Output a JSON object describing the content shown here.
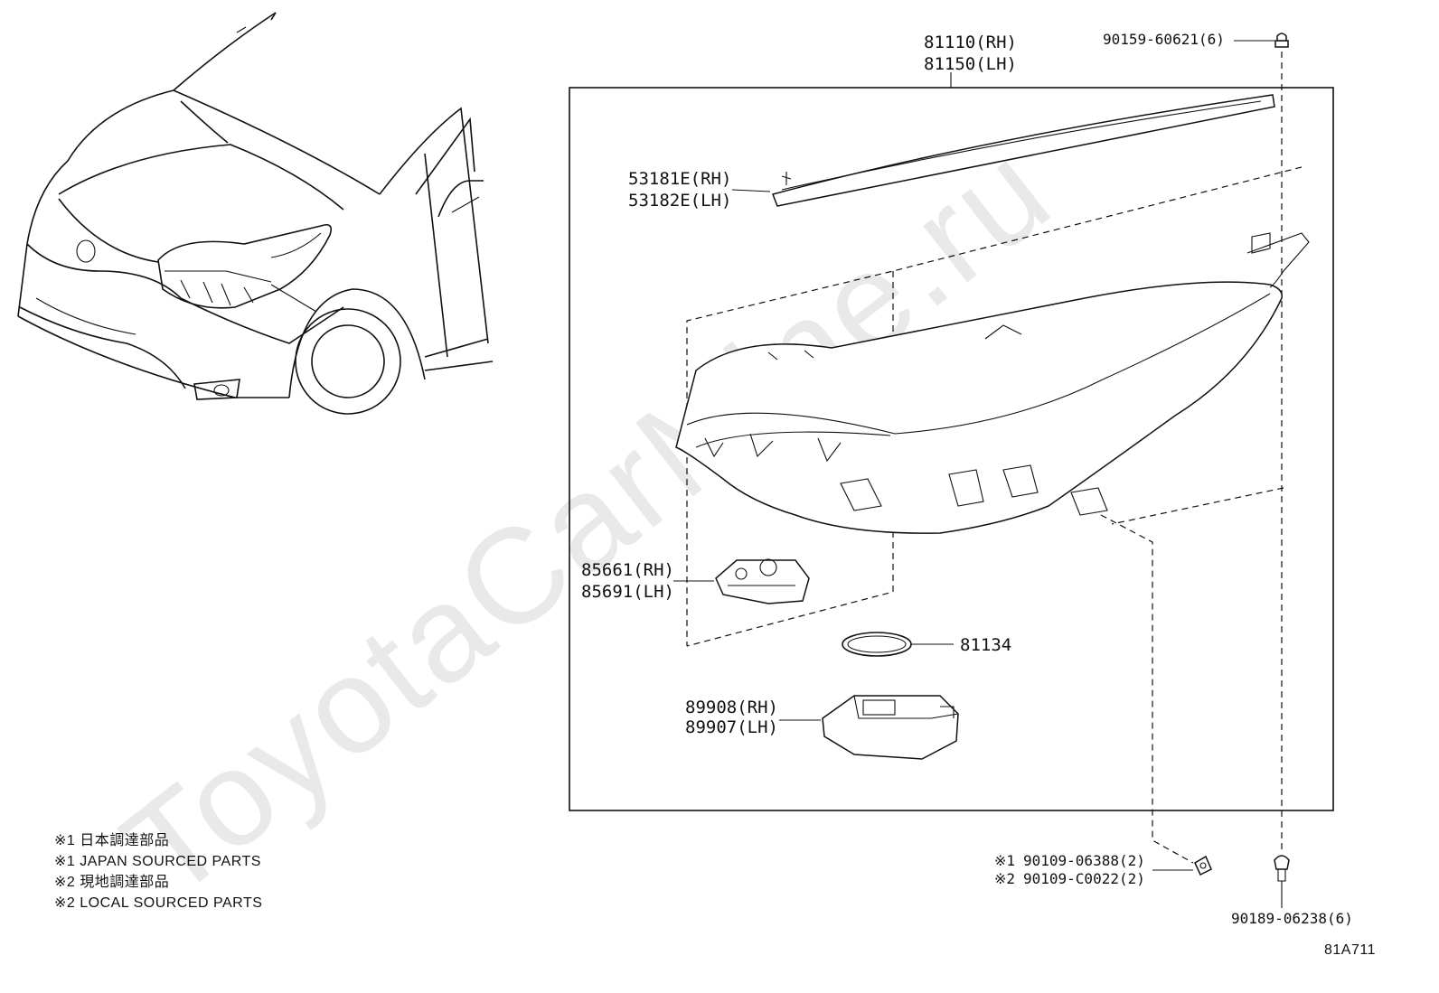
{
  "watermark": "ToyotaCarMine.ru",
  "callouts": {
    "headlamp_rh": "81110(RH)",
    "headlamp_lh": "81150(LH)",
    "top_screw": "90159-60621(6)",
    "garnish_rh": "53181E(RH)",
    "garnish_lh": "53182E(LH)",
    "bracket_rh": "85661(RH)",
    "bracket_lh": "85691(LH)",
    "oring": "81134",
    "ballast_rh": "89908(RH)",
    "ballast_lh": "89907(LH)",
    "bolt_1_mark": "※1",
    "bolt_1_part": "90109-06388(2)",
    "bolt_2_mark": "※2",
    "bolt_2_part": "90109-C0022(2)",
    "clip": "90189-06238(6)"
  },
  "legend": [
    "※1 日本調達部品",
    "※1 JAPAN SOURCED PARTS",
    "※2 現地調達部品",
    "※2 LOCAL SOURCED PARTS"
  ],
  "figure_code": "81A711"
}
